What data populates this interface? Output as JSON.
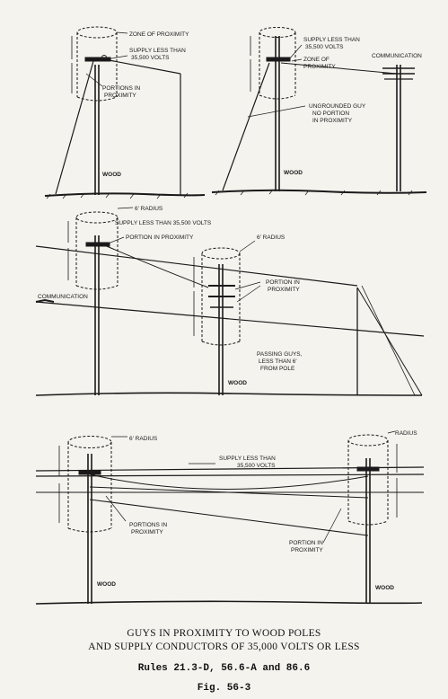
{
  "panel1": {
    "zone_label": "ZONE OF PROXIMITY",
    "supply_label": [
      "SUPPLY LESS THAN",
      "35,500 VOLTS"
    ],
    "portions_label": [
      "PORTIONS IN",
      "PROXIMITY"
    ],
    "wood_label": "WOOD"
  },
  "panel2": {
    "supply_label": [
      "SUPPLY LESS THAN",
      "35,500 VOLTS"
    ],
    "zone_label": [
      "ZONE OF",
      "PROXIMITY"
    ],
    "communication_label": "COMMUNICATION",
    "guy_label": [
      "UNGROUNDED GUY",
      "NO PORTION",
      "IN PROXIMITY"
    ],
    "wood_label": "WOOD"
  },
  "panel3": {
    "radius_left": "6' RADIUS",
    "supply_label": "SUPPLY LESS THAN 35,500 VOLTS",
    "portion_label": "PORTION IN PROXIMITY",
    "radius_right": "6' RADIUS",
    "communication_label": "COMMUNICATION",
    "portion_right_label": [
      "PORTION IN",
      "PROXIMITY"
    ],
    "passing_label": [
      "PASSING GUYS,",
      "LESS THAN 6'",
      "FROM POLE"
    ],
    "wood_label": "WOOD"
  },
  "panel4": {
    "radius_left": "6' RADIUS",
    "radius_right": "RADIUS",
    "supply_label": [
      "SUPPLY LESS THAN",
      "35,500 VOLTS"
    ],
    "portions_label": [
      "PORTIONS IN",
      "PROXIMITY"
    ],
    "portion_right_label": [
      "PORTION IN",
      "PROXIMITY"
    ],
    "wood_left": "WOOD",
    "wood_right": "WOOD"
  },
  "caption": {
    "title_line1": "GUYS IN PROXIMITY TO WOOD POLES",
    "title_line2": "AND SUPPLY CONDUCTORS OF 35,000 VOLTS OR LESS",
    "rules": "Rules 21.3-D, 56.6-A and 86.6",
    "figure": "Fig. 56-3"
  },
  "colors": {
    "ink": "#1a1a1a",
    "paper": "#f4f3ee"
  }
}
